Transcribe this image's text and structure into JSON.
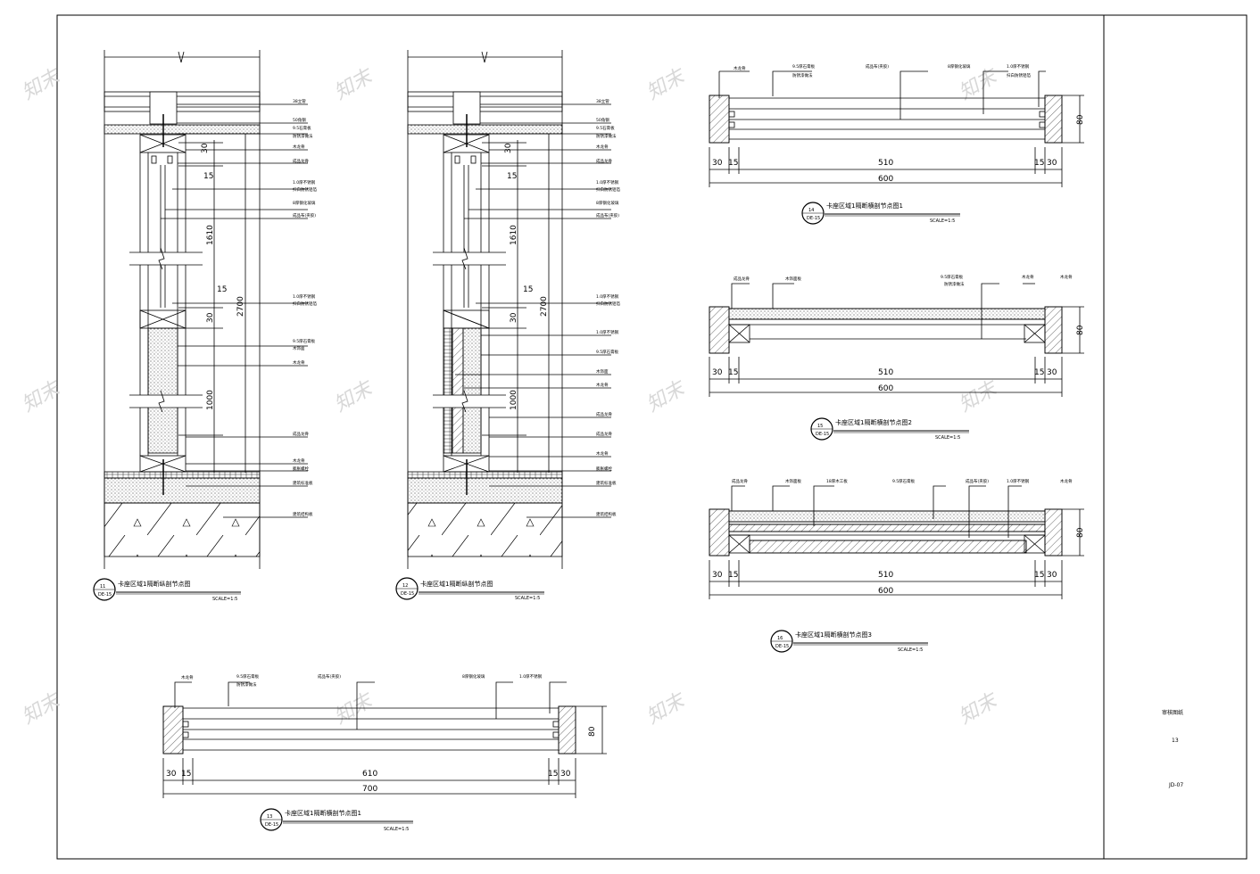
{
  "drawing": {
    "sheet_number": "JD-07",
    "drawing_number": "13",
    "title_block_label": "审核图纸",
    "watermark": "知末"
  },
  "details": [
    {
      "id": "11",
      "ref": "DE-15",
      "title": "卡座区域1隔断纵剖节点图",
      "scale": "SCALE=1:5"
    },
    {
      "id": "12",
      "ref": "DE-15",
      "title": "卡座区域1隔断纵剖节点图",
      "scale": "SCALE=1:5"
    },
    {
      "id": "13",
      "ref": "DE-15",
      "title": "卡座区域1隔断横剖节点图1",
      "scale": "SCALE=1:5"
    },
    {
      "id": "14",
      "ref": "DE-15",
      "title": "卡座区域1隔断横剖节点图1",
      "scale": "SCALE=1:5"
    },
    {
      "id": "15",
      "ref": "DE-15",
      "title": "卡座区域1隔断横剖节点图2",
      "scale": "SCALE=1:5"
    },
    {
      "id": "16",
      "ref": "DE-15",
      "title": "卡座区域1隔断横剖节点图3",
      "scale": "SCALE=1:5"
    }
  ],
  "dimensions": {
    "d30": "30",
    "d15": "15",
    "d510": "510",
    "d600": "600",
    "d610": "610",
    "d700": "700",
    "d80": "80",
    "d1610": "1610",
    "d2700": "2700",
    "d1000": "1000"
  },
  "labels": {
    "sec_a": [
      "38立管",
      "50角钢",
      "9.5石膏板",
      "防锈漆做法",
      "木龙骨",
      "成品龙骨",
      "1.0厚不锈钢",
      "扫白防锈铝箔",
      "8厚钢化玻璃",
      "成品布(夹胶)",
      "1.0厚不锈钢",
      "扫白防锈铝箔",
      "9.5厚石膏板",
      "木饰面",
      "木龙骨",
      "成品龙骨",
      "木龙骨",
      "膨胀螺栓",
      "建筑标准板",
      "建筑结构板"
    ],
    "plan_14": [
      "木龙骨",
      "9.5厚石膏板",
      "防锈漆做法",
      "成品布(夹胶)",
      "8厚钢化玻璃",
      "1.0厚不锈钢",
      "扫白防锈铝箔"
    ],
    "plan_15": [
      "成品龙骨",
      "木饰面板",
      "9.5厚石膏板",
      "防锈漆做法",
      "木龙骨",
      "木龙骨"
    ],
    "plan_16": [
      "成品龙骨",
      "木饰面板",
      "18厚木工板",
      "9.5厚石膏板",
      "成品布(夹胶)",
      "1.0厚不锈钢",
      "木龙骨"
    ],
    "plan_13": [
      "木龙骨",
      "9.5厚石膏板",
      "防锈漆做法",
      "成品布(夹胶)",
      "8厚钢化玻璃",
      "1.0厚不锈钢"
    ]
  }
}
